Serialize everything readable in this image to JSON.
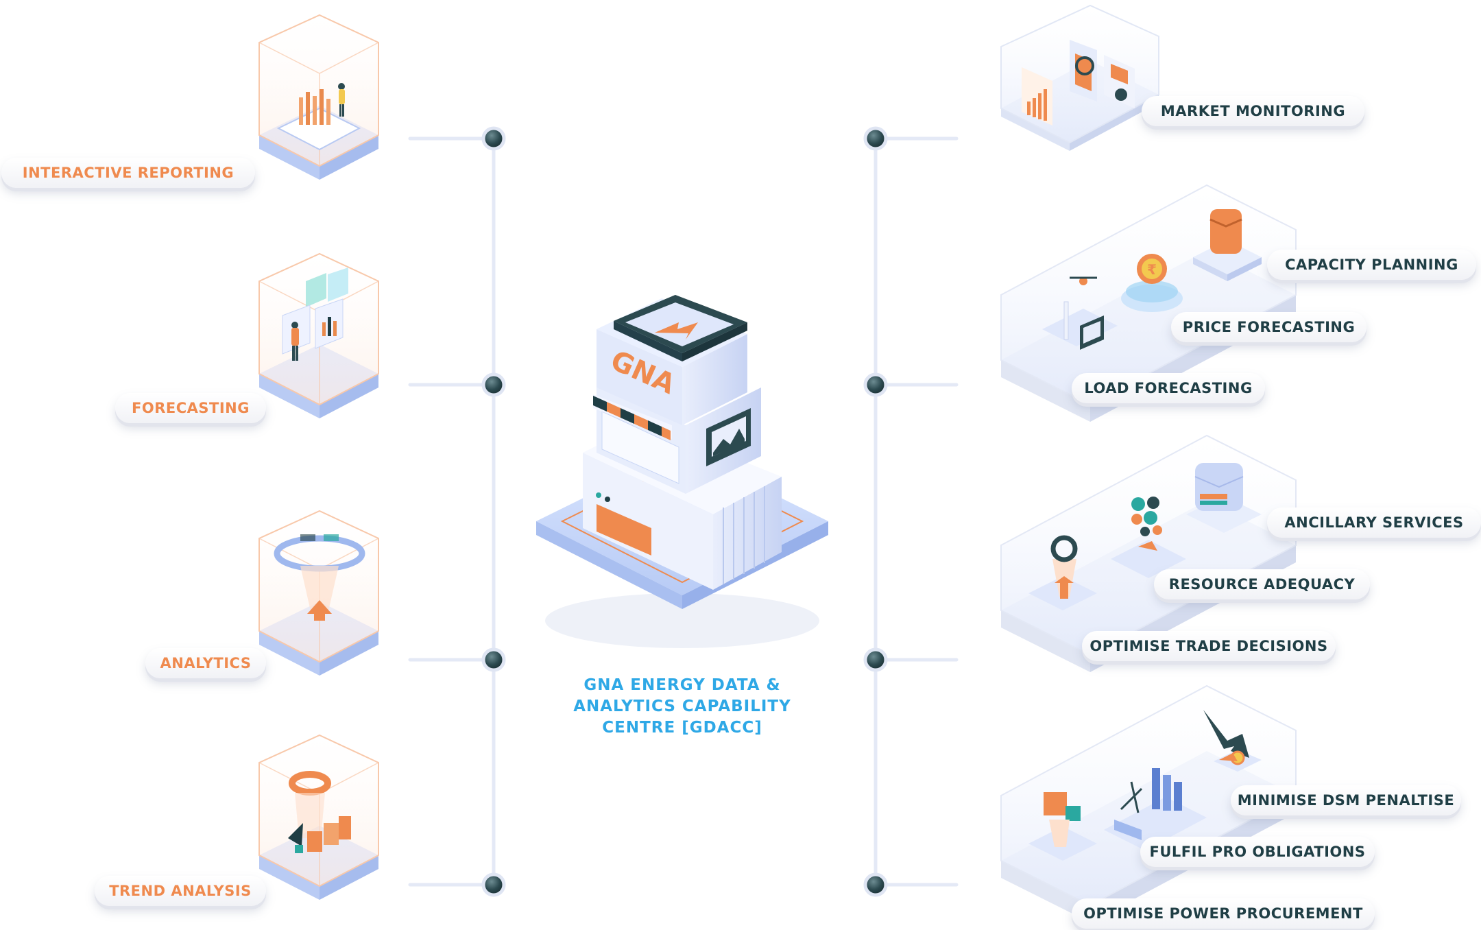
{
  "hub": {
    "logo_text": "GNA",
    "title_lines": [
      "GNA ENERGY DATA &",
      "ANALYTICS CAPABILITY",
      "CENTRE [GDACC]"
    ]
  },
  "left_items": [
    {
      "label": "INTERACTIVE REPORTING",
      "icon": "reporting-cube-icon"
    },
    {
      "label": "FORECASTING",
      "icon": "forecasting-cube-icon"
    },
    {
      "label": "ANALYTICS",
      "icon": "analytics-cube-icon"
    },
    {
      "label": "TREND ANALYSIS",
      "icon": "trend-cube-icon"
    }
  ],
  "right_items": [
    {
      "label": "MARKET MONITORING"
    },
    {
      "label": "CAPACITY PLANNING"
    },
    {
      "label": "PRICE FORECASTING"
    },
    {
      "label": "LOAD FORECASTING"
    },
    {
      "label": "ANCILLARY SERVICES"
    },
    {
      "label": "RESOURCE ADEQUACY"
    },
    {
      "label": "OPTIMISE TRADE DECISIONS"
    },
    {
      "label": "MINIMISE DSM PENALTISE"
    },
    {
      "label": "FULFIL PRO OBLIGATIONS"
    },
    {
      "label": "OPTIMISE POWER PROCUREMENT"
    }
  ],
  "colors": {
    "orange": "#ef8a4e",
    "dark_teal": "#1f3e45",
    "title_blue": "#2ea8e6",
    "line": "#e4e9f6",
    "node": "#2c4a50"
  }
}
